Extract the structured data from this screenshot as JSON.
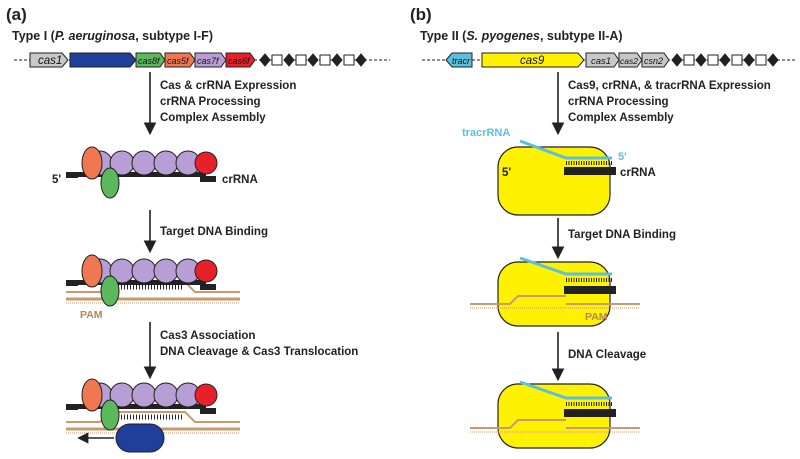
{
  "colors": {
    "cas_gray": "#c8c8c8",
    "cas3_blue": "#1f3f9b",
    "cas8f_green": "#5cb85c",
    "cas5f_orange": "#f07850",
    "cas7f_purple": "#b79fd6",
    "cas6f_red": "#e8202a",
    "cas9_yellow": "#fff200",
    "tracr_cyan": "#5bc0de",
    "dna_tan": "#c89a6e"
  },
  "panel_a": {
    "label": "(a)",
    "title_prefix": "Type I (",
    "title_species": "P. aeruginosa",
    "title_suffix": ", subtype I-F)",
    "genes": [
      "cas1",
      "cas8f",
      "cas5f",
      "cas7f",
      "cas6f"
    ],
    "step1": [
      "Cas & crRNA Expression",
      "crRNA Processing",
      "Complex Assembly"
    ],
    "five_prime": "5'",
    "crrna": "crRNA",
    "step2": "Target DNA Binding",
    "pam": "PAM",
    "step3": [
      "Cas3 Association",
      "DNA Cleavage & Cas3 Translocation"
    ]
  },
  "panel_b": {
    "label": "(b)",
    "title_prefix": "Type II (",
    "title_species": "S. pyogenes",
    "title_suffix": ", subtype II-A)",
    "genes": [
      "tracr",
      "cas9",
      "cas1",
      "cas2",
      "csn2"
    ],
    "step1": [
      "Cas9, crRNA, & tracrRNA Expression",
      "crRNA Processing",
      "Complex Assembly"
    ],
    "tracrrna": "tracrRNA",
    "five_prime_left": "5'",
    "five_prime_right": "5'",
    "crrna": "crRNA",
    "step2": "Target DNA Binding",
    "pam": "PAM",
    "step3": "DNA Cleavage"
  }
}
